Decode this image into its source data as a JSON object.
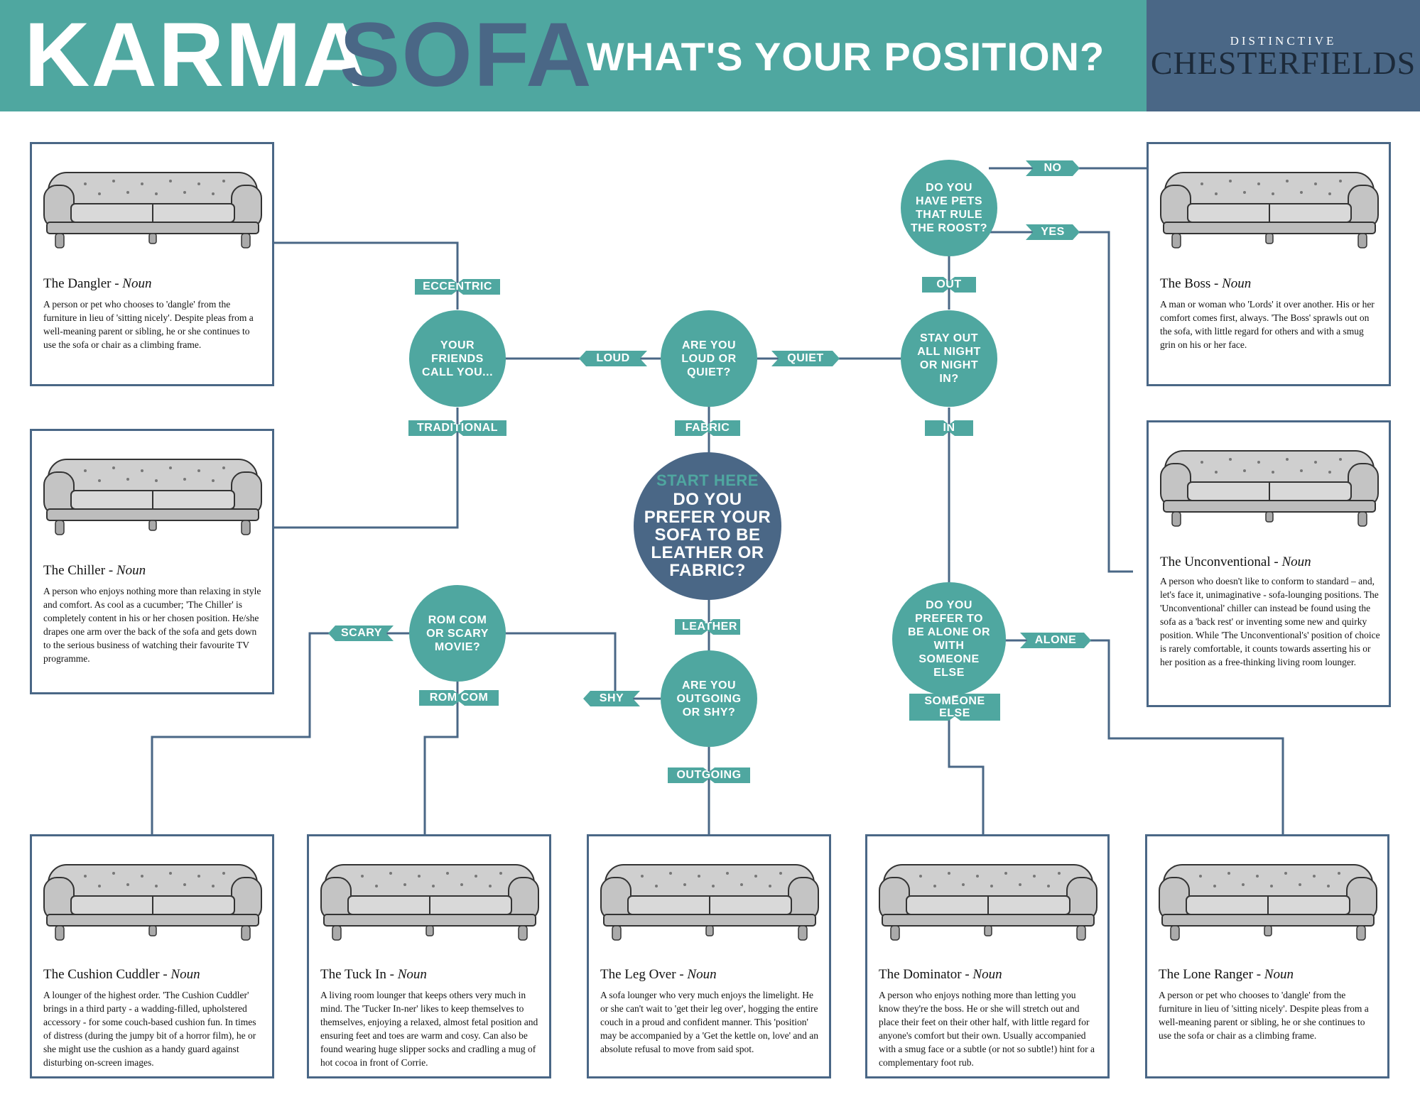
{
  "header": {
    "title_part1": "KARMA",
    "title_part2": "SOFA",
    "tagline": "WHAT'S YOUR POSITION?",
    "brand_top": "DISTINCTIVE",
    "brand_main": "CHESTERFIELDS",
    "colors": {
      "teal": "#4fa7a0",
      "slate": "#4a6786"
    }
  },
  "start": {
    "label": "START HERE",
    "question": "DO YOU PREFER YOUR SOFA TO BE LEATHER OR FABRIC?"
  },
  "questions": {
    "loud_quiet": "ARE YOU LOUD OR QUIET?",
    "friends_call": "YOUR FRIENDS CALL YOU...",
    "stay_out": "STAY OUT ALL NIGHT OR NIGHT IN?",
    "pets": "DO YOU HAVE PETS THAT RULE THE ROOST?",
    "outgoing_shy": "ARE YOU OUTGOING OR SHY?",
    "romcom_scary": "ROM COM OR SCARY MOVIE?",
    "alone_someone": "DO YOU PREFER TO BE ALONE OR WITH SOMEONE ELSE"
  },
  "answers": {
    "fabric": "FABRIC",
    "leather": "LEATHER",
    "loud": "LOUD",
    "quiet": "QUIET",
    "eccentric": "ECCENTRIC",
    "traditional": "TRADITIONAL",
    "out": "OUT",
    "in": "IN",
    "no": "NO",
    "yes": "YES",
    "shy": "SHY",
    "outgoing": "OUTGOING",
    "scary": "SCARY",
    "rom_com": "ROM COM",
    "alone": "ALONE",
    "someone_else": "SOMEONE ELSE"
  },
  "results": {
    "dangler": {
      "name": "The Dangler",
      "noun": " - Noun",
      "text": "A person or pet who chooses to 'dangle' from the furniture in lieu of 'sitting nicely'. Despite pleas from a well-meaning parent or sibling, he or she continues to use the sofa or chair as a climbing frame."
    },
    "chiller": {
      "name": "The Chiller",
      "noun": "  - Noun",
      "text": "A person who enjoys nothing more than relaxing in style and comfort. As cool as a cucumber; 'The Chiller' is completely content in his or her chosen position. He/she drapes one arm over the back of the sofa and gets down to the serious business of watching their favourite TV programme."
    },
    "boss": {
      "name": "The Boss",
      "noun": " - Noun",
      "text": "A man or woman who 'Lords' it over another. His or her comfort comes first, always. 'The Boss' sprawls out on the sofa, with little regard for others and with a smug grin on his or her face."
    },
    "unconventional": {
      "name": "The Unconventional",
      "noun": " - Noun",
      "text": "A person who doesn't like to conform to standard – and, let's face it, unimaginative - sofa-lounging positions. The 'Unconventional' chiller can instead be found using the sofa as a 'back rest' or inventing some new and quirky position. While 'The Unconventional's' position of choice is rarely comfortable, it counts towards asserting his or her position as a free-thinking living room lounger."
    },
    "cushion_cuddler": {
      "name": "The Cushion Cuddler",
      "noun": " - Noun",
      "text": "A lounger of the highest order. 'The Cushion Cuddler' brings in a third party - a wadding-filled, upholstered accessory - for some couch-based cushion fun. In times of distress (during the jumpy bit of a horror film), he or she might use the cushion as a handy guard against disturbing on-screen images."
    },
    "tuck_in": {
      "name": "The Tuck In",
      "noun": " - Noun",
      "text": "A living room lounger that keeps others very much in mind. The 'Tucker In-ner' likes to keep themselves to themselves, enjoying a relaxed, almost fetal position and ensuring feet and toes are warm and cosy. Can also be found wearing huge slipper socks and cradling a mug of hot cocoa in front of Corrie."
    },
    "leg_over": {
      "name": "The Leg Over",
      "noun": " - Noun",
      "text": "A sofa lounger who very much enjoys the limelight. He or she can't wait to 'get their leg over', hogging the entire couch in a proud and confident manner. This 'position' may be accompanied by a 'Get the kettle on, love' and an absolute refusal to move from said spot."
    },
    "dominator": {
      "name": "The Dominator",
      "noun": " - Noun",
      "text": "A person who enjoys nothing more than letting you know they're the boss. He or she will stretch out and place their feet on their other half, with little regard for anyone's comfort but their own. Usually accompanied with a smug face or a subtle (or not so subtle!) hint for a complementary foot rub."
    },
    "lone_ranger": {
      "name": "The Lone Ranger",
      "noun": " - Noun",
      "text": "A person or pet who chooses to 'dangle' from the furniture in lieu of 'sitting nicely'. Despite pleas from a well-meaning parent or sibling, he or she continues to use the sofa or chair as a climbing frame."
    }
  }
}
